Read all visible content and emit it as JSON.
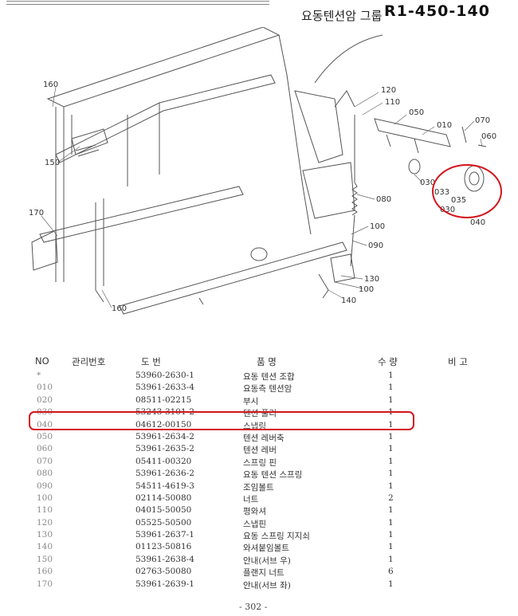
{
  "header": {
    "group_name": "요동텐션암 그룹",
    "group_code": "R1-450-140"
  },
  "diagram": {
    "callouts": [
      "160",
      "150",
      "170",
      "160",
      "120",
      "110",
      "050",
      "010",
      "070",
      "060",
      "030",
      "033",
      "035",
      "030",
      "040",
      "080",
      "100",
      "090",
      "130",
      "100",
      "140"
    ]
  },
  "table": {
    "headers": {
      "no": "NO",
      "mgmt": "관리번호",
      "drawing": "도    번",
      "name": "품          명",
      "qty": "수  량",
      "remark": "비    고"
    },
    "rows": [
      {
        "no": "*",
        "part": "53960-2630-1",
        "name": "요동 텐션 조합",
        "qty": "1"
      },
      {
        "no": "010",
        "part": "53961-2633-4",
        "name": "요동측 텐션암",
        "qty": "1"
      },
      {
        "no": "020",
        "part": "08511-02215",
        "name": "부시",
        "qty": "1"
      },
      {
        "no": "030",
        "part": "53243-3101-2",
        "name": "텐션 풀리",
        "qty": "1"
      },
      {
        "no": "040",
        "part": "04612-00150",
        "name": "스냅링",
        "qty": "1"
      },
      {
        "no": "050",
        "part": "53961-2634-2",
        "name": "텐션 레버축",
        "qty": "1"
      },
      {
        "no": "060",
        "part": "53961-2635-2",
        "name": "텐션 레버",
        "qty": "1"
      },
      {
        "no": "070",
        "part": "05411-00320",
        "name": "스프링 핀",
        "qty": "1"
      },
      {
        "no": "080",
        "part": "53961-2636-2",
        "name": "요동 텐션 스프링",
        "qty": "1"
      },
      {
        "no": "090",
        "part": "54511-4619-3",
        "name": "조임볼트",
        "qty": "1"
      },
      {
        "no": "100",
        "part": "02114-50080",
        "name": "너트",
        "qty": "2"
      },
      {
        "no": "110",
        "part": "04015-50050",
        "name": "평와셔",
        "qty": "1"
      },
      {
        "no": "120",
        "part": "05525-50500",
        "name": "스냅핀",
        "qty": "1"
      },
      {
        "no": "130",
        "part": "53961-2637-1",
        "name": "요동 스프링 지지쇠",
        "qty": "1"
      },
      {
        "no": "140",
        "part": "01123-50816",
        "name": "와셔붙임볼트",
        "qty": "1"
      },
      {
        "no": "150",
        "part": "53961-2638-4",
        "name": "안내(서브 우)",
        "qty": "1"
      },
      {
        "no": "160",
        "part": "02763-50080",
        "name": "플랜지 너트",
        "qty": "6"
      },
      {
        "no": "170",
        "part": "53961-2639-1",
        "name": "안내(서브 좌)",
        "qty": "1"
      }
    ]
  },
  "page_number": "- 302 -",
  "colors": {
    "highlight": "#d4141c",
    "ink": "#333333"
  }
}
